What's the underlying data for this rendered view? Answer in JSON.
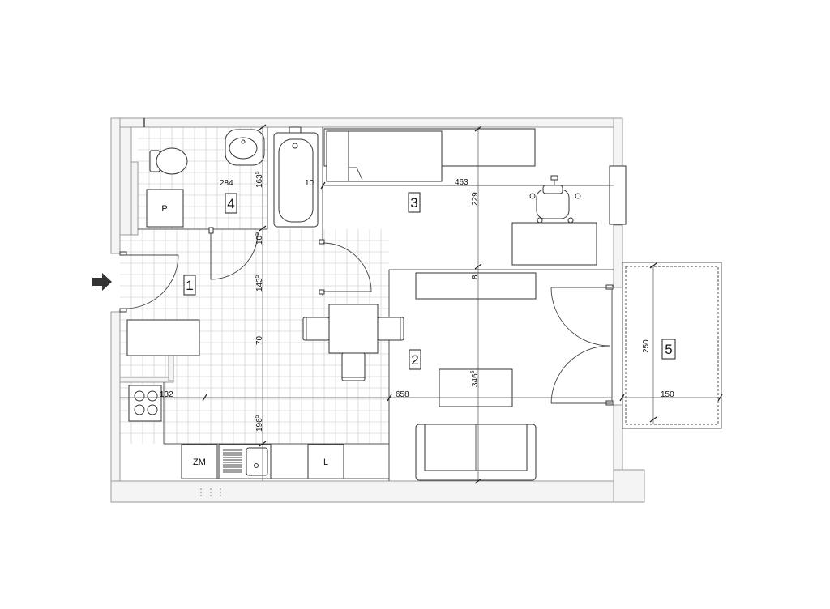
{
  "rooms": [
    {
      "id": "1",
      "label": "1"
    },
    {
      "id": "2",
      "label": "2"
    },
    {
      "id": "3",
      "label": "3"
    },
    {
      "id": "4",
      "label": "4"
    },
    {
      "id": "5",
      "label": "5"
    }
  ],
  "dimensions": {
    "d284": "284",
    "d163": "163",
    "d163_sup": "5",
    "d10a": "10",
    "d463": "463",
    "d229": "229",
    "d10b": "10",
    "d10b_sup": "5",
    "d143": "143",
    "d143_sup": "5",
    "d8": "8",
    "d70": "70",
    "d250": "250",
    "d132": "132",
    "d658": "658",
    "d346": "346",
    "d346_sup": "5",
    "d150": "150",
    "d196": "196",
    "d196_sup": "5"
  },
  "fixtures": {
    "p": "P",
    "zm": "ZM",
    "l": "L"
  },
  "colors": {
    "wall_fill": "#f4f4f4",
    "line": "#333333",
    "tile": "#d6d6d6"
  },
  "icons": {
    "entrance": "entrance-arrow-icon"
  }
}
